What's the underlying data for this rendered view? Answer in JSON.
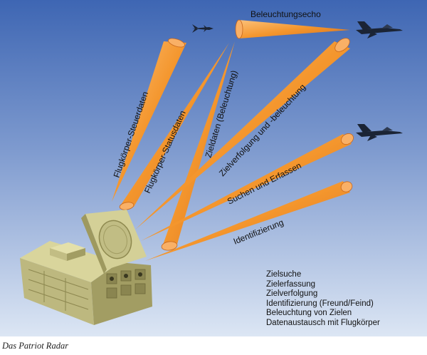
{
  "beam_labels": {
    "illumination_echo": "Beleuchtungsecho",
    "missile_control_data": "Flugkörper-Steuerdaten",
    "missile_status_data": "Flugkörper-Statusdaten",
    "target_data": "Zieldaten (Beleuchtung)",
    "target_tracking": "Zielverfolgung und -beleuchtung",
    "search_acquire": "Suchen und Erfassen",
    "identification": "Identifizierung"
  },
  "function_list": [
    "Zielsuche",
    "Zielerfassung",
    "Zielverfolgung",
    "Identifizierung (Freund/Feind)",
    "Beleuchtung von Zielen",
    "Datenaustausch mit Flugkörper"
  ],
  "caption": "Das Patriot Radar",
  "colors": {
    "background_top": "#3e66b3",
    "background_bottom": "#dce6f4",
    "beam": "#f4962d",
    "beam_dark": "#c7661c",
    "radar_body": "#c9c58c",
    "radar_shadow": "#a09a62",
    "aircraft": "#1b2435"
  }
}
